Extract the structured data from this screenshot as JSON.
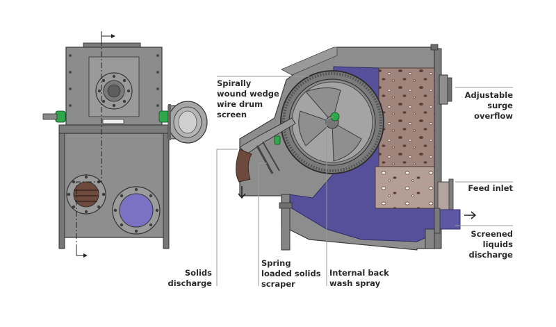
{
  "labels": {
    "drum_screen": [
      "Spirally",
      "wound wedge",
      "wire drum",
      "screen"
    ],
    "surge_overflow": [
      "Adjustable",
      "surge",
      "overflow"
    ],
    "feed_inlet": [
      "Feed inlet"
    ],
    "screened_liquids": [
      "Screened",
      "liquids",
      "discharge"
    ],
    "solids_discharge": [
      "Solids",
      "discharge"
    ],
    "scraper": [
      "Spring",
      "loaded solids",
      "scraper"
    ],
    "back_wash": [
      "Internal back",
      "wash spray"
    ]
  },
  "colors": {
    "steel": "#8a8a8a",
    "steel_dark": "#5e5e5e",
    "liquid": "#56509a",
    "sludge": "#a0857c",
    "solids": "#6d4a3d",
    "fitting_green": "#2fa84a",
    "leader_line": "#9a9a9a"
  }
}
